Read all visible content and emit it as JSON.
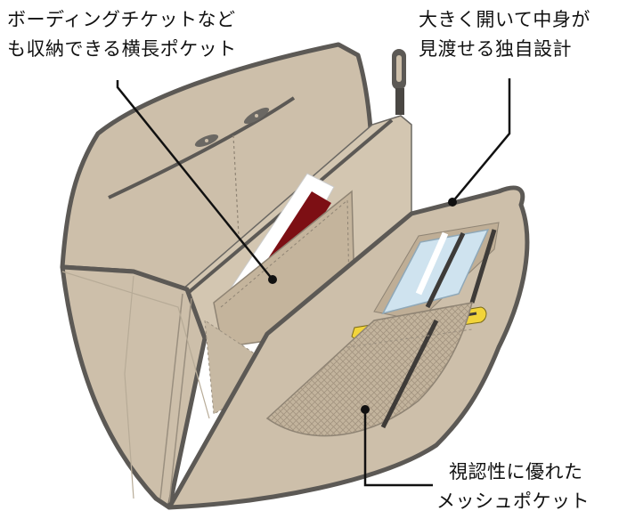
{
  "callouts": {
    "boarding_pocket": {
      "line1": "ボーディングチケットなど",
      "line2": "も収納できる横長ポケット"
    },
    "open_view": {
      "line1": "大きく開いて中身が",
      "line2": "見渡せる独自設計"
    },
    "mesh_pocket": {
      "line1": "視認性に優れた",
      "line2": "メッシュポケット"
    }
  },
  "colors": {
    "wallet_body": "#cdbfaa",
    "wallet_shade": "#b9aa93",
    "zipper_edge": "#5c5955",
    "ticket_red": "#7d0f14",
    "pen_yellow": "#f2d43a",
    "card_blue": "#cfe3ef"
  }
}
